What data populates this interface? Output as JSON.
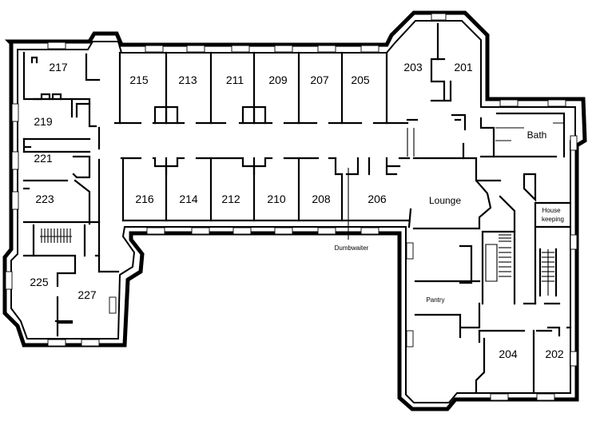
{
  "rooms": [
    {
      "id": "r217",
      "label": "217"
    },
    {
      "id": "r219",
      "label": "219"
    },
    {
      "id": "r221",
      "label": "221"
    },
    {
      "id": "r223",
      "label": "223"
    },
    {
      "id": "r225",
      "label": "225"
    },
    {
      "id": "r227",
      "label": "227"
    },
    {
      "id": "r215",
      "label": "215"
    },
    {
      "id": "r213",
      "label": "213"
    },
    {
      "id": "r211",
      "label": "211"
    },
    {
      "id": "r209",
      "label": "209"
    },
    {
      "id": "r207",
      "label": "207"
    },
    {
      "id": "r205",
      "label": "205"
    },
    {
      "id": "r203",
      "label": "203"
    },
    {
      "id": "r201",
      "label": "201"
    },
    {
      "id": "r216",
      "label": "216"
    },
    {
      "id": "r214",
      "label": "214"
    },
    {
      "id": "r212",
      "label": "212"
    },
    {
      "id": "r210",
      "label": "210"
    },
    {
      "id": "r208",
      "label": "208"
    },
    {
      "id": "r206",
      "label": "206"
    },
    {
      "id": "r204",
      "label": "204"
    },
    {
      "id": "r202",
      "label": "202"
    }
  ],
  "spaces": {
    "bath": "Bath",
    "lounge": "Lounge",
    "housekeeping_line1": "House",
    "housekeeping_line2": "keeping",
    "pantry": "Pantry",
    "dumbwaiter": "Dumbwaiter"
  }
}
